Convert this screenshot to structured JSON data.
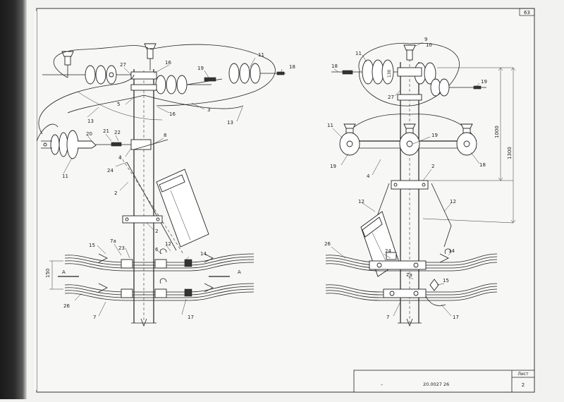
{
  "sheet": {
    "page_number": "63",
    "doc_code": "20.0027 26",
    "sheet_label": "Лист",
    "sheet_number": "2",
    "dash_mark": "–"
  },
  "left_view": {
    "callouts": [
      "11",
      "27",
      "16",
      "19",
      "18",
      "5",
      "3",
      "13",
      "16",
      "13",
      "20",
      "21",
      "22",
      "8",
      "4",
      "24",
      "11",
      "2",
      "2",
      "12",
      "15",
      "7а",
      "23",
      "6",
      "14",
      "26",
      "7",
      "17"
    ],
    "section_marker": "А",
    "dimension_150": "150"
  },
  "right_view": {
    "callouts": [
      "9",
      "10",
      "11",
      "18",
      "27",
      "19",
      "11",
      "19",
      "19",
      "18",
      "4",
      "2",
      "12",
      "12",
      "26",
      "24",
      "14",
      "7а",
      "15",
      "7",
      "17"
    ],
    "dimension_130": "130",
    "dimension_1000": "1000",
    "dimension_1300": "1300"
  }
}
